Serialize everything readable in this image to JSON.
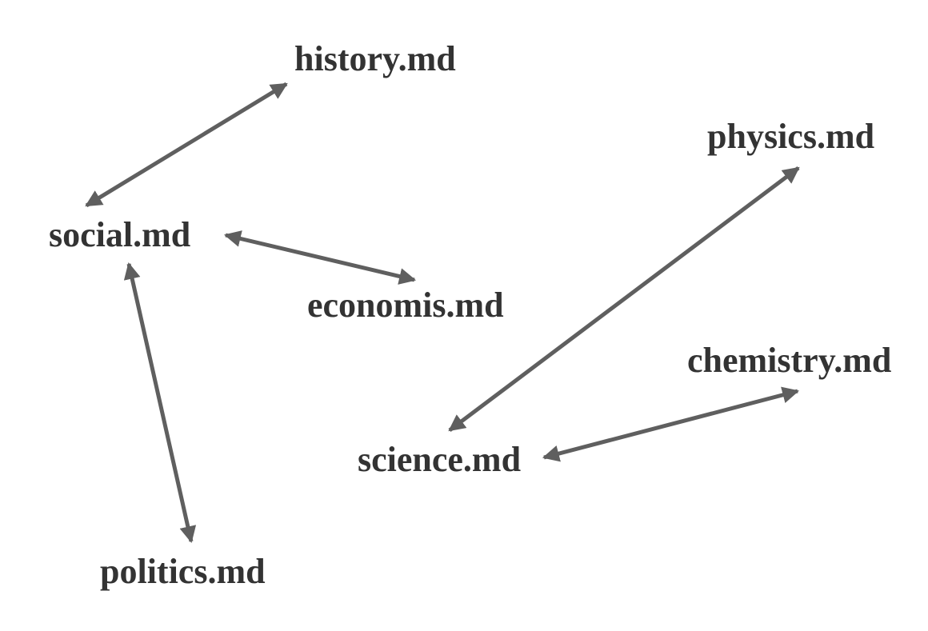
{
  "colors": {
    "text": "#333333",
    "edge": "#5f5f5f",
    "background": "#ffffff"
  },
  "nodes": [
    {
      "id": "history",
      "label": "history.md"
    },
    {
      "id": "social",
      "label": "social.md"
    },
    {
      "id": "economis",
      "label": "economis.md"
    },
    {
      "id": "politics",
      "label": "politics.md"
    },
    {
      "id": "physics",
      "label": "physics.md"
    },
    {
      "id": "chemistry",
      "label": "chemistry.md"
    },
    {
      "id": "science",
      "label": "science.md"
    }
  ],
  "edges": [
    {
      "from": "social",
      "to": "history",
      "direction": "both"
    },
    {
      "from": "social",
      "to": "economis",
      "direction": "both"
    },
    {
      "from": "social",
      "to": "politics",
      "direction": "both"
    },
    {
      "from": "science",
      "to": "physics",
      "direction": "both"
    },
    {
      "from": "science",
      "to": "chemistry",
      "direction": "both"
    }
  ]
}
